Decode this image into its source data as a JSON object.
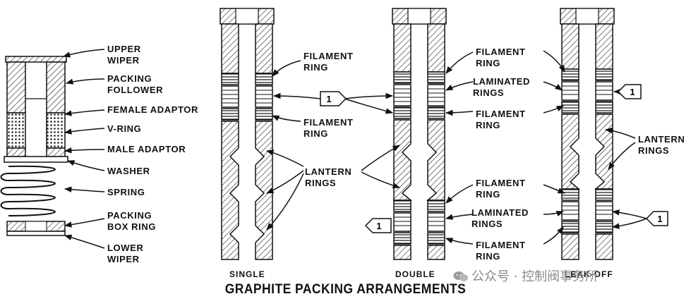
{
  "title": "GRAPHITE PACKING ARRANGEMENTS",
  "watermark": "公众号 · 控制阀事务所",
  "callout_number": "1",
  "left_assembly": {
    "upper_wiper": [
      "UPPER",
      "WIPER"
    ],
    "packing_follower": [
      "PACKING",
      "FOLLOWER"
    ],
    "female_adaptor": "FEMALE ADAPTOR",
    "v_ring": "V-RING",
    "male_adaptor": "MALE ADAPTOR",
    "washer": "WASHER",
    "spring": "SPRING",
    "packing_box_ring": [
      "PACKING",
      "BOX RING"
    ],
    "lower_wiper": [
      "LOWER",
      "WIPER"
    ]
  },
  "single": {
    "caption": "SINGLE",
    "filament_ring_upper": [
      "FILAMENT",
      "RING"
    ],
    "filament_ring_lower": [
      "FILAMENT",
      "RING"
    ],
    "lantern_rings": [
      "LANTERN",
      "RINGS"
    ]
  },
  "double": {
    "caption": "DOUBLE",
    "filament_ring_1": [
      "FILAMENT",
      "RING"
    ],
    "laminated_rings_1": [
      "LAMINATED",
      "RINGS"
    ],
    "filament_ring_2": [
      "FILAMENT",
      "RING"
    ],
    "filament_ring_3": [
      "FILAMENT",
      "RING"
    ],
    "laminated_rings_2": [
      "LAMINATED",
      "RINGS"
    ],
    "filament_ring_4": [
      "FILAMENT",
      "RING"
    ]
  },
  "leak_off": {
    "caption": "LEAK-OFF",
    "lantern_rings": [
      "LANTERN",
      "RINGS"
    ]
  }
}
